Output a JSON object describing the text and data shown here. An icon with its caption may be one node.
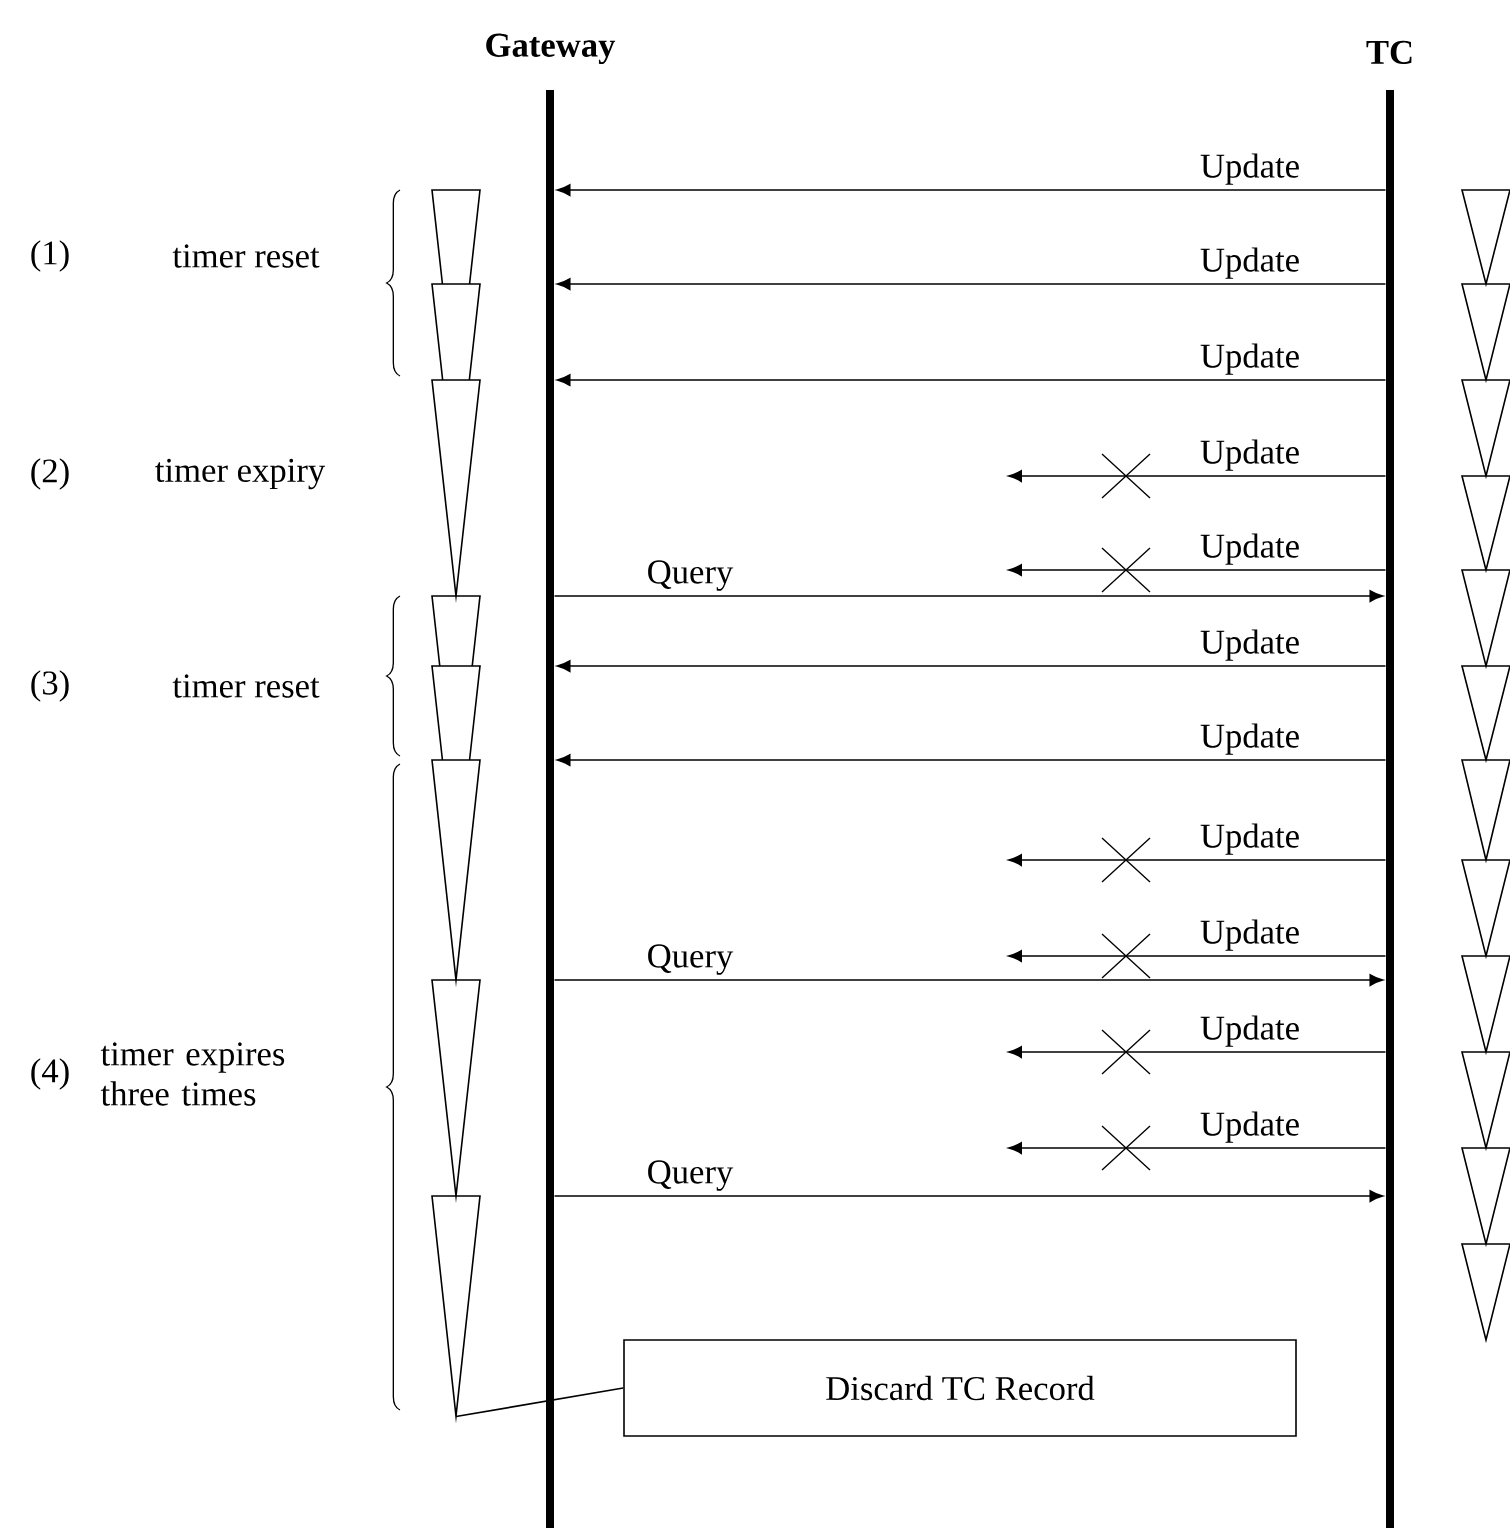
{
  "diagram": {
    "nodes": [
      {
        "text": [
          "Gateway"
        ]
      },
      {
        "text": [
          "TC"
        ]
      },
      {
        "text": [
          "Discard TC Record"
        ]
      },
      {
        "text": [],
        "shape": "picture"
      }
    ],
    "edges": [
      {
        "from": 1,
        "to": 0,
        "arrow": "to",
        "label": "Update"
      },
      {
        "from": 1,
        "to": 0,
        "arrow": "to",
        "label": "Update"
      },
      {
        "from": 1,
        "to": 0,
        "arrow": "to",
        "label": "Update"
      },
      {
        "from": 1,
        "to": null,
        "arrow": "to",
        "label": "Update"
      },
      {
        "from": 1,
        "to": null,
        "arrow": "to",
        "label": "Update"
      },
      {
        "from": 0,
        "to": 1,
        "arrow": "to",
        "label": "Query"
      },
      {
        "from": 1,
        "to": 0,
        "arrow": "to",
        "label": "Update"
      },
      {
        "from": 1,
        "to": 0,
        "arrow": "to",
        "label": "Update"
      },
      {
        "from": 1,
        "to": null,
        "arrow": "to",
        "label": "Update"
      },
      {
        "from": 1,
        "to": null,
        "arrow": "to",
        "label": "Update"
      },
      {
        "from": 0,
        "to": 1,
        "arrow": "to",
        "label": "Query"
      },
      {
        "from": 1,
        "to": null,
        "arrow": "to",
        "label": "Update"
      },
      {
        "from": 1,
        "to": null,
        "arrow": "to",
        "label": "Update"
      },
      {
        "from": 0,
        "to": 1,
        "arrow": "to",
        "label": "Query"
      },
      {
        "from": 2,
        "to": 3,
        "arrow": "none"
      }
    ],
    "labels": [
      "(1)",
      "timer reset",
      "(2)",
      "timer expiry",
      "(3)",
      "timer reset",
      "(4)",
      "timer expires three times"
    ]
  }
}
